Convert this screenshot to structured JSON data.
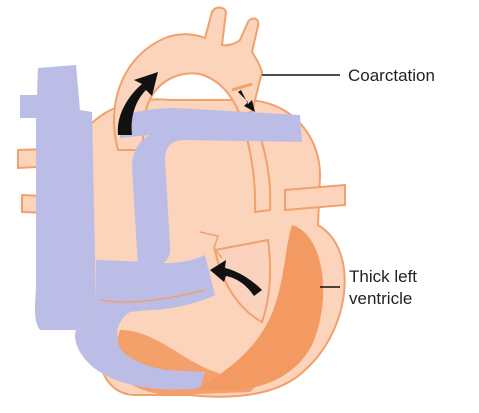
{
  "colors": {
    "aorta_light": "#fcd3bb",
    "heart_outline": "#f2a06c",
    "left_ventricle_wall": "#f39a63",
    "venous_blue": "#bcbde7",
    "arrow": "#111111",
    "leader_line": "#111111"
  },
  "labels": {
    "coarctation": "Coarctation",
    "thick_left_ventricle_line1": "Thick left",
    "thick_left_ventricle_line2": "ventricle"
  },
  "icons": {
    "flow_arrows": "curved-arrow-icon"
  }
}
